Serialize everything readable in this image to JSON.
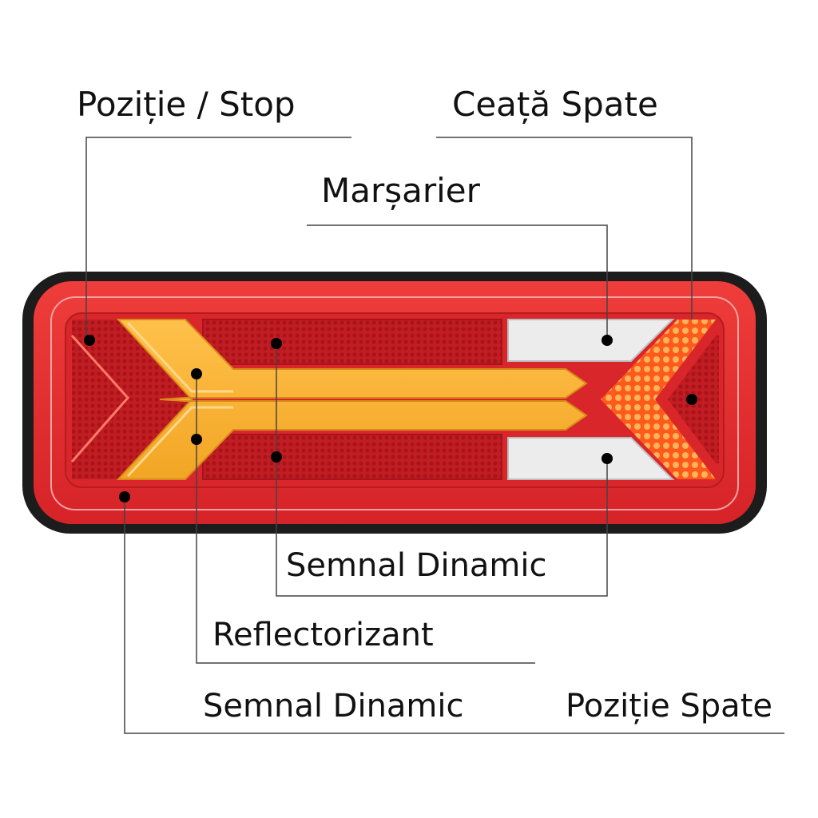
{
  "labels": {
    "pozitie_stop": "Poziție / Stop",
    "ceata_spate": "Ceață Spate",
    "marsarier": "Marșarier",
    "semnal_dinamic_1": "Semnal Dinamic",
    "reflectorizant": "Reflectorizant",
    "semnal_dinamic_2": "Semnal Dinamic",
    "pozitie_spate": "Poziție Spate"
  },
  "colors": {
    "housing": "#1c1c1c",
    "lens_red": "#e02a2a",
    "reflector_red": "#c81f24",
    "amber": "#f6b232",
    "reverse_white": "#ececec",
    "fog_orange": "#ff4a1a",
    "leader_line": "#444444",
    "dot": "#000000"
  }
}
